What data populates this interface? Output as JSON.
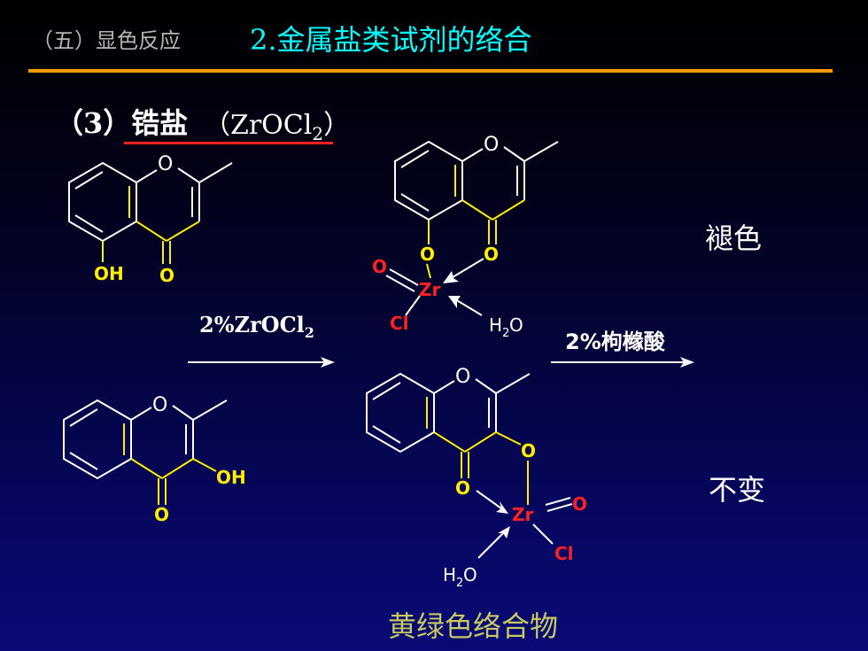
{
  "header": {
    "section_label": "（五）显色反应",
    "title": "2.金属盐类试剂的络合"
  },
  "subheading": {
    "label": "（3）锆盐",
    "formula_main": "（ZrOCl",
    "formula_sub": "2",
    "formula_end": "）"
  },
  "reagents": {
    "first_main": "2%ZrOCl",
    "first_sub": "2",
    "second": "2%枸橼酸"
  },
  "results": {
    "top": "褪色",
    "bottom": "不变"
  },
  "caption": "黄绿色络合物",
  "atoms": {
    "O": "O",
    "OH": "OH",
    "Zr": "Zr",
    "Cl": "Cl",
    "H": "H",
    "H2O_sub": "2"
  },
  "colors": {
    "title": "#00ffff",
    "section_label": "#b4b4b4",
    "header_rule": "#ff9900",
    "underline": "#ff2020",
    "bond_highlight": "#ffee00",
    "metal_label": "#ff2020",
    "caption": "#c8c860"
  }
}
